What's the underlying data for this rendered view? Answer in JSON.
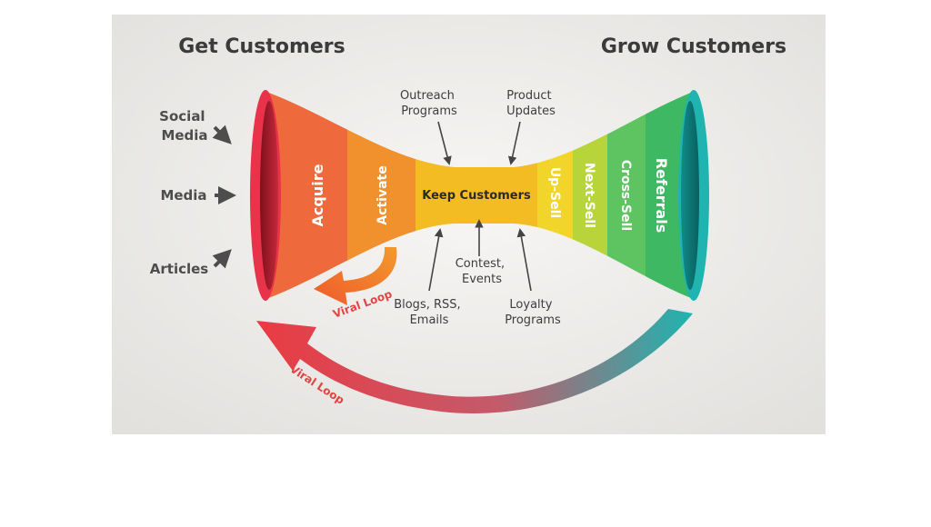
{
  "titles": {
    "left": "Get Customers",
    "right": "Grow Customers"
  },
  "sources": {
    "social_media": [
      "Social",
      "Media"
    ],
    "media": "Media",
    "articles": "Articles"
  },
  "stages": {
    "acquire": "Acquire",
    "activate": "Activate",
    "keep": "Keep Customers",
    "upsell": "Up-Sell",
    "nextsell": "Next-Sell",
    "crosssell": "Cross-Sell",
    "referrals": "Referrals"
  },
  "inputs": {
    "outreach": [
      "Outreach",
      "Programs"
    ],
    "product": [
      "Product",
      "Updates"
    ],
    "blogs": [
      "Blogs, RSS,",
      "Emails"
    ],
    "contest": [
      "Contest,",
      "Events"
    ],
    "loyalty": [
      "Loyalty",
      "Programs"
    ]
  },
  "loops": {
    "small": "Viral Loop",
    "large": "Viral Loop"
  },
  "colors": {
    "background": "#eeedeb",
    "acquire": "#ee6a3c",
    "activate": "#f1912d",
    "keep": "#f3bc22",
    "upsell": "#f2d52a",
    "nextsell": "#b7d43b",
    "crosssell": "#5ec462",
    "referrals": "#3eb863",
    "left_rim": "#e8334a",
    "right_rim": "#1fb4b0",
    "viral_small": "#f07a2c",
    "viral_large": "#ea3b43"
  }
}
